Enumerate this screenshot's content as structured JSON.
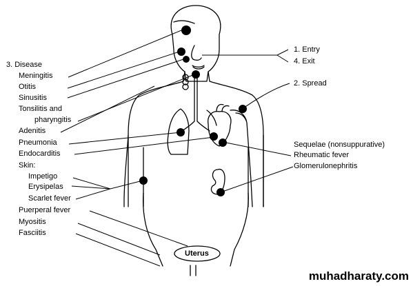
{
  "left_labels": {
    "disease": "3. Disease",
    "meningitis": "Meningitis",
    "otitis": "Otitis",
    "sinusitis": "Sinusitis",
    "tonsillitis_1": "Tonsilitis and",
    "tonsillitis_2": "pharyngitis",
    "adenitis": "Adenitis",
    "pneumonia": "Pneumonia",
    "endocarditis": "Endocarditis",
    "skin": "Skin:",
    "impetigo": "Impetigo",
    "erysipelas": "Erysipelas",
    "scarlet_fever": "Scarlet fever",
    "puerperal_fever": "Puerperal fever",
    "myositis": "Myositis",
    "fasciitis": "Fasciitis"
  },
  "right_labels": {
    "entry": "1. Entry",
    "exit": "4. Exit",
    "spread": "2. Spread",
    "sequelae": "Sequelae (nonsuppurative)",
    "rheumatic_fever": "Rheumatic fever",
    "glomerulonephritis": "Glomerulonephritis"
  },
  "uterus_label": "Uterus",
  "watermark": "muhadharaty.com"
}
